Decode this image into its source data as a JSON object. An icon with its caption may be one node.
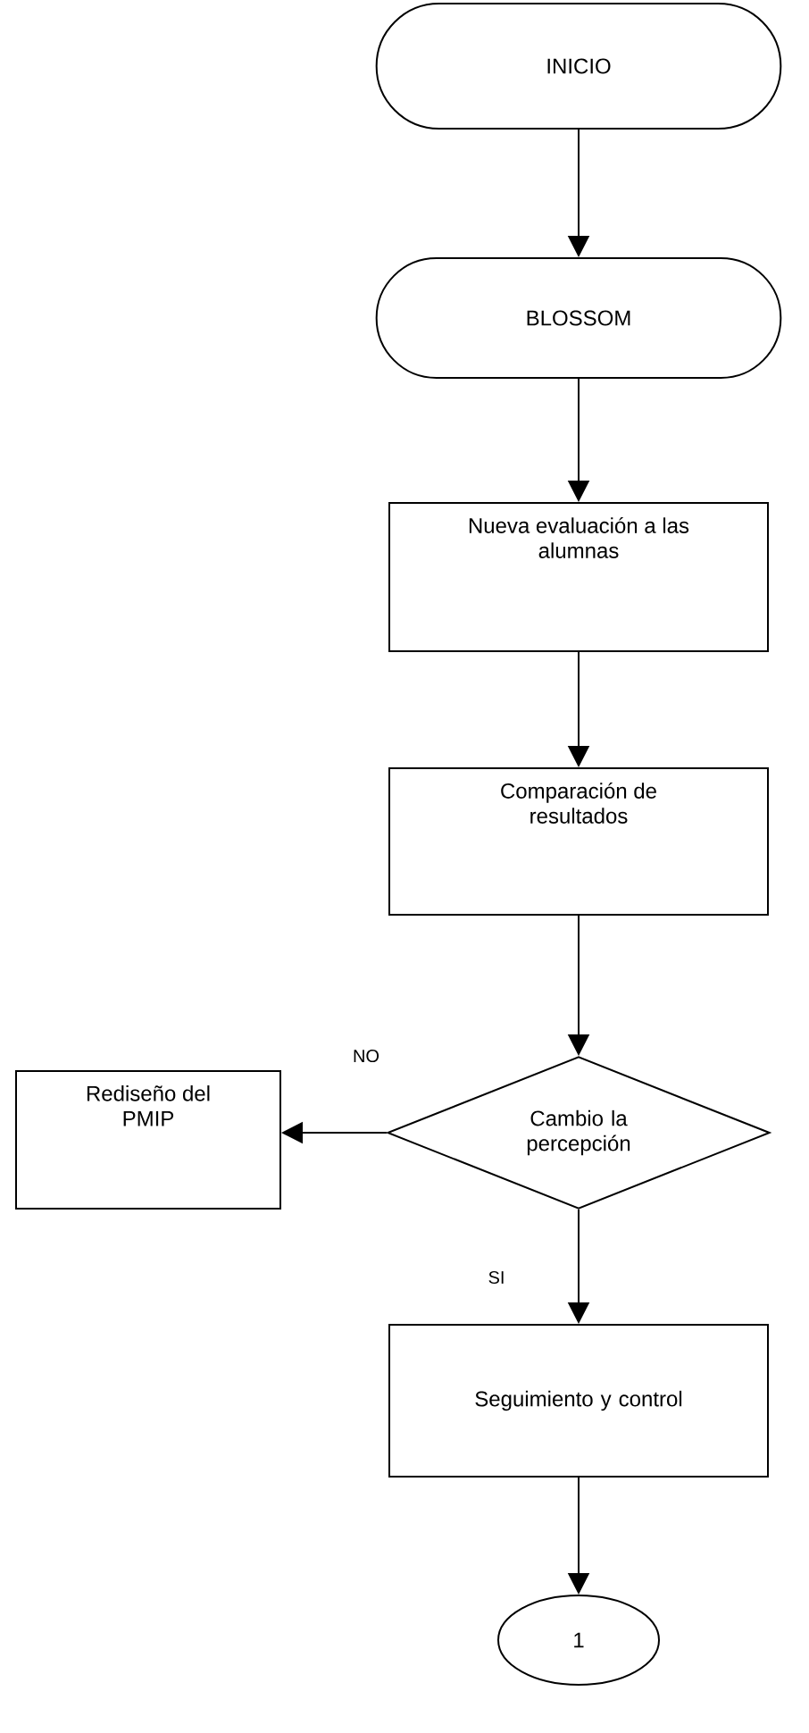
{
  "diagram": {
    "nodes": [
      {
        "text": [
          "INICIO"
        ]
      },
      {
        "text": [
          "BLOSSOM"
        ]
      },
      {
        "text": [
          "Nueva evaluación a las alumnas"
        ]
      },
      {
        "text": [
          "Comparación de resultados"
        ]
      },
      {
        "text": [
          "Cambio la percepción"
        ]
      },
      {
        "text": [
          "Rediseño del PMIP"
        ]
      },
      {
        "text": [
          "Seguimiento y control"
        ]
      },
      {
        "text": [
          "1"
        ]
      }
    ],
    "edges": [
      {
        "from": 0,
        "to": 1,
        "arrow": "to"
      },
      {
        "from": 1,
        "to": 2,
        "arrow": "to"
      },
      {
        "from": 2,
        "to": 3,
        "arrow": "to"
      },
      {
        "from": 3,
        "to": 4,
        "arrow": "to"
      },
      {
        "from": 4,
        "to": 5,
        "arrow": "to",
        "label": "NO"
      },
      {
        "from": 4,
        "to": 6,
        "arrow": "to",
        "label": "SI"
      },
      {
        "from": 6,
        "to": 7,
        "arrow": "to"
      }
    ]
  }
}
